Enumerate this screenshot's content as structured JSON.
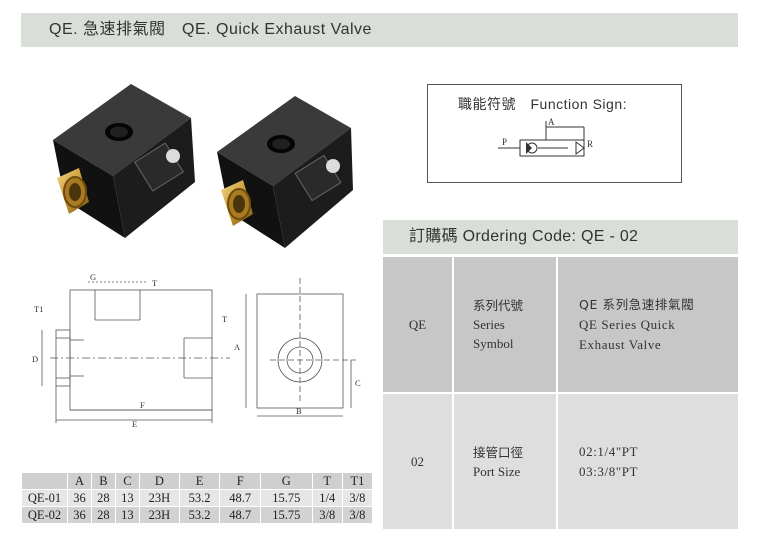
{
  "header": {
    "title": "QE. 急速排氣閥　QE. Quick Exhaust Valve"
  },
  "function_sign": {
    "title": "職能符號　Function Sign:",
    "port_p": "P",
    "port_a": "A",
    "port_r": "R"
  },
  "ordering": {
    "title": "訂購碼 Ordering Code: QE - 02",
    "rows": [
      {
        "code": "QE",
        "label_zh": "系列代號",
        "label_en": [
          "Series",
          "Symbol"
        ],
        "desc": [
          "QE 系列急速排氣閥",
          "QE Series Quick",
          "Exhaust Valve"
        ]
      },
      {
        "code": "02",
        "label_zh": "接管口徑",
        "label_en": [
          "Port Size"
        ],
        "desc": [
          "02:1/4\"PT",
          "03:3/8\"PT"
        ]
      }
    ]
  },
  "drawing_labels": {
    "G": "G",
    "T": "T",
    "T1": "T1",
    "D": "D",
    "F": "F",
    "E": "E",
    "A": "A",
    "B": "B",
    "C": "C"
  },
  "dimension_table": {
    "headers": [
      "",
      "A",
      "B",
      "C",
      "D",
      "E",
      "F",
      "G",
      "T",
      "T1"
    ],
    "rows": [
      [
        "QE-01",
        "36",
        "28",
        "13",
        "23H",
        "53.2",
        "48.7",
        "15.75",
        "1/4",
        "3/8"
      ],
      [
        "QE-02",
        "36",
        "28",
        "13",
        "23H",
        "53.2",
        "48.7",
        "15.75",
        "3/8",
        "3/8"
      ]
    ]
  }
}
